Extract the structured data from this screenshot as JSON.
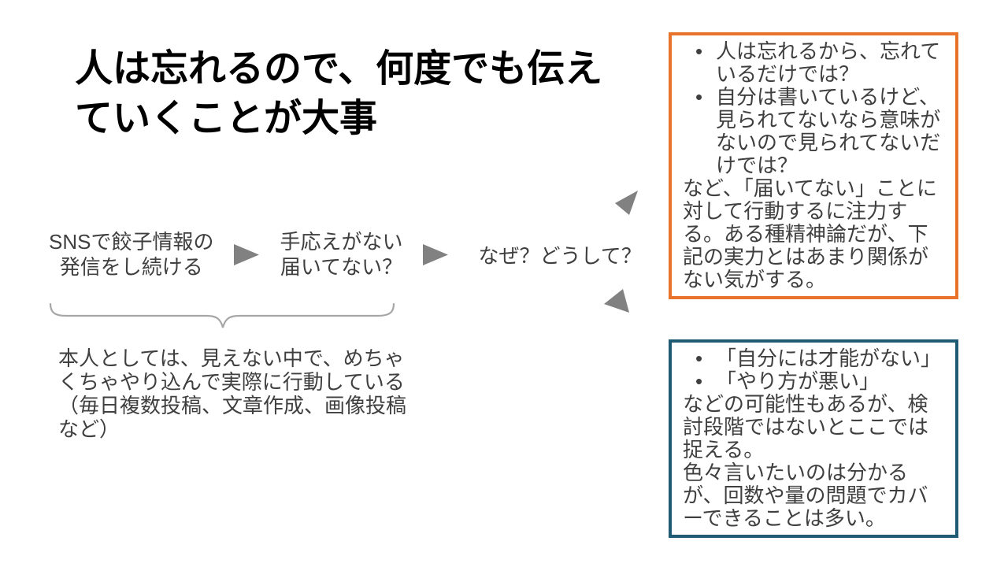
{
  "colors": {
    "orange_border": "#e8732c",
    "blue_border": "#1f5c73",
    "arrow_gray": "#818181",
    "brace_gray": "#a6a6a6",
    "body_text": "#3f3f3f",
    "title_text": "#000000"
  },
  "title": "人は忘れるので、何度でも伝えていくことが大事",
  "flow": {
    "step1": "SNSで餃子情報の\n発信をし続ける",
    "step2": "手応えがない\n届いてない？",
    "question": "なぜ？どうして？"
  },
  "note": "本人としては、見えない中で、めちゃくちゃやり込んで実際に行動している（毎日複数投稿、文章作成、画像投稿など）",
  "orange_box": {
    "bullets": [
      "人は忘れるから、忘れているだけでは？",
      "自分は書いているけど、見られてないなら意味がないので見られてないだけでは？"
    ],
    "body": "など、「届いてない」ことに対して行動するに注力する。ある種精神論だが、下記の実力とはあまり関係がない気がする。"
  },
  "blue_box": {
    "bullets": [
      "「自分には才能がない」",
      "「やり方が悪い」"
    ],
    "body": "などの可能性もあるが、検討段階ではないとここでは捉える。\n色々言いたいのは分かるが、回数や量の問題でカバーできることは多い。"
  }
}
